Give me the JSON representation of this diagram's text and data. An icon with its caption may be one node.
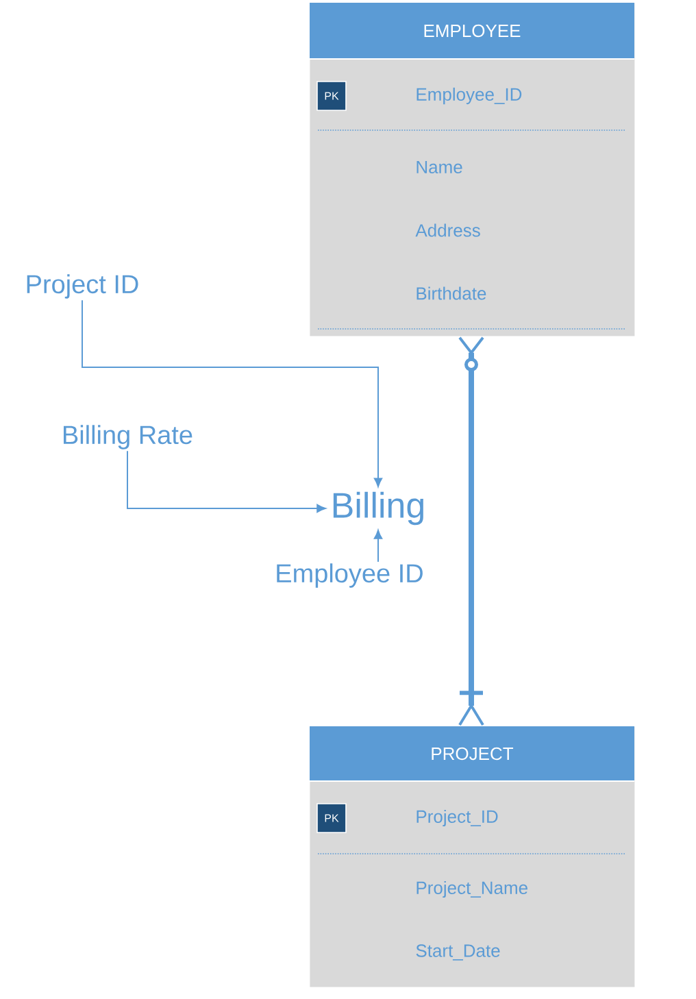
{
  "diagram": {
    "nodes": [
      {
        "text": [
          "EMPLOYEE",
          "Employee_ID",
          "Name",
          "Address",
          "Birthdate"
        ]
      },
      {
        "text": [
          "PK"
        ],
        "in": 0
      },
      {
        "text": [
          "PROJECT",
          "Project_ID",
          "Project_Name",
          "Start_Date"
        ]
      },
      {
        "text": [
          "PK"
        ],
        "in": 2
      },
      {
        "text": [
          "Project ID"
        ]
      },
      {
        "text": [
          "Billing Rate"
        ]
      },
      {
        "text": [
          "Billing"
        ]
      },
      {
        "text": [
          "Employee ID"
        ]
      }
    ],
    "edges": [
      {
        "from": 0,
        "to": 2,
        "arrow": "other",
        "style": "thick"
      },
      {
        "from": 4,
        "to": 6,
        "arrow": "to"
      },
      {
        "from": 5,
        "to": 6,
        "arrow": "to"
      },
      {
        "from": 7,
        "to": 6,
        "arrow": "to"
      }
    ]
  }
}
